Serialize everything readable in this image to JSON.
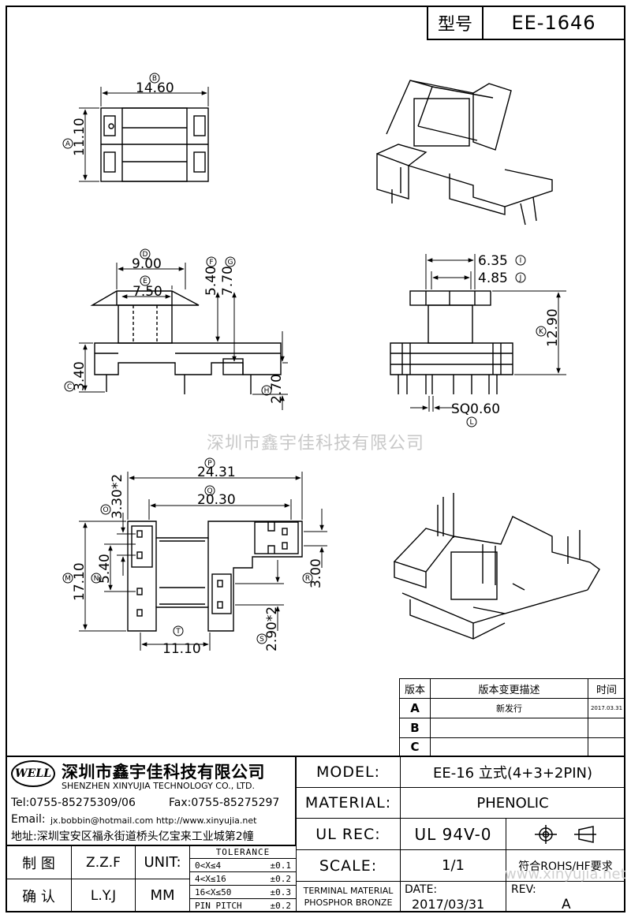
{
  "header": {
    "model_label": "型号",
    "model_value": "EE-1646"
  },
  "dims_top": {
    "b_letter": "B",
    "b_value": "14.60",
    "a_letter": "A",
    "a_value": "11.10"
  },
  "dims_side": {
    "d_letter": "D",
    "d_value": "9.00",
    "e_letter": "E",
    "e_value": "7.50",
    "f_letter": "F",
    "f_value": "5.40",
    "g_letter": "G",
    "g_value": "7.70",
    "c_letter": "C",
    "c_value": "3.40",
    "h_letter": "H",
    "h_value": "2.70"
  },
  "dims_front": {
    "i_letter": "I",
    "i_value": "6.35",
    "j_letter": "J",
    "j_value": "4.85",
    "k_letter": "K",
    "k_value": "12.90",
    "l_letter": "L",
    "l_value": "SQ0.60"
  },
  "dims_bottom": {
    "p_letter": "P",
    "p_value": "24.31",
    "q_letter": "Q",
    "q_value": "20.30",
    "o_letter": "O",
    "o_value": "3.30*2",
    "m_letter": "M",
    "m_value": "17.10",
    "n_letter": "N",
    "n_value": "5.40",
    "r_letter": "R",
    "r_value": "3.00",
    "s_letter": "S",
    "s_value": "2.90*2",
    "t_letter": "T",
    "t_value": "11.10"
  },
  "watermark": "深圳市鑫宇佳科技有限公司",
  "watermark_url": "www.xinyujia.net",
  "revision": {
    "col_rev": "版本",
    "col_desc": "版本变更描述",
    "col_time": "时间",
    "rows": [
      {
        "rev": "A",
        "desc": "新发行",
        "time": "2017.03.31"
      },
      {
        "rev": "B",
        "desc": "",
        "time": ""
      },
      {
        "rev": "C",
        "desc": "",
        "time": ""
      }
    ]
  },
  "company": {
    "logo": "WELL",
    "name_cn": "深圳市鑫宇佳科技有限公司",
    "name_en": "SHENZHEN XINYUJIA TECHNOLOGY CO., LTD.",
    "tel": "Tel:0755-85275309/06",
    "fax": "Fax:0755-85275297",
    "email_label": "Email:",
    "email": "jx.bobbin@hotmail.com http://www.xinyujia.net",
    "address": "地址:深圳宝安区福永街道桥头亿宝来工业城第2幢"
  },
  "spec": {
    "model_label": "MODEL:",
    "model_value": "EE-16 立式(4+3+2PIN)",
    "material_label": "MATERIAL:",
    "material_value": "PHENOLIC",
    "ulrec_label": "UL REC:",
    "ulrec_value": "UL 94V-0",
    "scale_label": "SCALE:",
    "scale_value": "1/1",
    "rohs": "符合ROHS/HF要求",
    "terminal_label_1": "TERMINAL MATERIAL",
    "terminal_label_2": "PHOSPHOR BRONZE",
    "date_label": "DATE:",
    "date_value": "2017/03/31",
    "rev_label": "REV:",
    "rev_value": "A"
  },
  "signoff": {
    "draw_label": "制 图",
    "draw_value": "Z.Z.F",
    "check_label": "确 认",
    "check_value": "L.Y.J",
    "unit_label": "UNIT:",
    "unit_value": "MM"
  },
  "tolerance": {
    "title": "TOLERANCE",
    "rows": [
      {
        "range": "0<X≤4",
        "tol": "±0.1"
      },
      {
        "range": "4<X≤16",
        "tol": "±0.2"
      },
      {
        "range": "16<X≤50",
        "tol": "±0.3"
      },
      {
        "range": "PIN PITCH",
        "tol": "±0.2"
      }
    ]
  }
}
